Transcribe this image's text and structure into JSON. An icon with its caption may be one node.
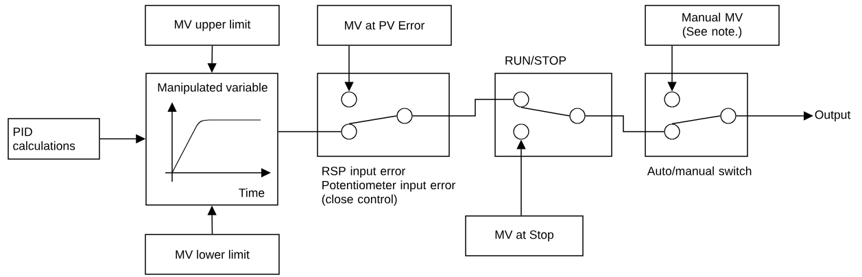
{
  "diagram": {
    "nodes": [
      {
        "text": [
          "PID calculations"
        ]
      },
      {
        "text": [
          "MV upper limit"
        ]
      },
      {
        "text": [
          "Manipulated variable",
          "Time"
        ]
      },
      {
        "text": [
          "MV lower limit"
        ]
      },
      {
        "text": [
          "MV at PV Error"
        ]
      },
      {
        "text": [],
        "shape": "box",
        "beside": [
          "RSP input error Potentiometer input error (close control)"
        ]
      },
      {
        "text": [],
        "shape": "circle",
        "in": 5
      },
      {
        "text": [],
        "shape": "circle",
        "in": 5
      },
      {
        "text": [],
        "shape": "circle",
        "in": 5
      },
      {
        "text": [
          "RUN/STOP"
        ]
      },
      {
        "text": [],
        "shape": "circle",
        "in": 9
      },
      {
        "text": [],
        "shape": "circle",
        "in": 9
      },
      {
        "text": [],
        "shape": "circle",
        "in": 9
      },
      {
        "text": [
          "MV at Stop"
        ]
      },
      {
        "text": [
          "Manual MV (See note.)"
        ]
      },
      {
        "text": [],
        "shape": "box",
        "beside": [
          "Auto/manual switch"
        ]
      },
      {
        "text": [],
        "shape": "circle",
        "in": 15
      },
      {
        "text": [],
        "shape": "circle",
        "in": 15
      },
      {
        "text": [],
        "shape": "circle",
        "in": 15
      },
      {
        "text": [
          "Output"
        ]
      }
    ],
    "edges": [
      {
        "from": 0,
        "to": 2,
        "arrow": "to"
      },
      {
        "from": 1,
        "to": 2,
        "arrow": "to"
      },
      {
        "from": 3,
        "to": 2,
        "arrow": "to"
      },
      {
        "from": 4,
        "to": 6,
        "arrow": "to"
      },
      {
        "from": 2,
        "to": 7,
        "arrow": "none"
      },
      {
        "from": 8,
        "to": 10,
        "arrow": "none"
      },
      {
        "from": 13,
        "to": 11,
        "arrow": "to"
      },
      {
        "from": 12,
        "to": 17,
        "arrow": "none"
      },
      {
        "from": 14,
        "to": 16,
        "arrow": "to"
      },
      {
        "from": 18,
        "to": 19,
        "arrow": "to"
      },
      {
        "from": 7,
        "to": 8,
        "arrow": "none"
      },
      {
        "from": 10,
        "to": 12,
        "arrow": "none"
      },
      {
        "from": 17,
        "to": 18,
        "arrow": "none"
      }
    ]
  }
}
